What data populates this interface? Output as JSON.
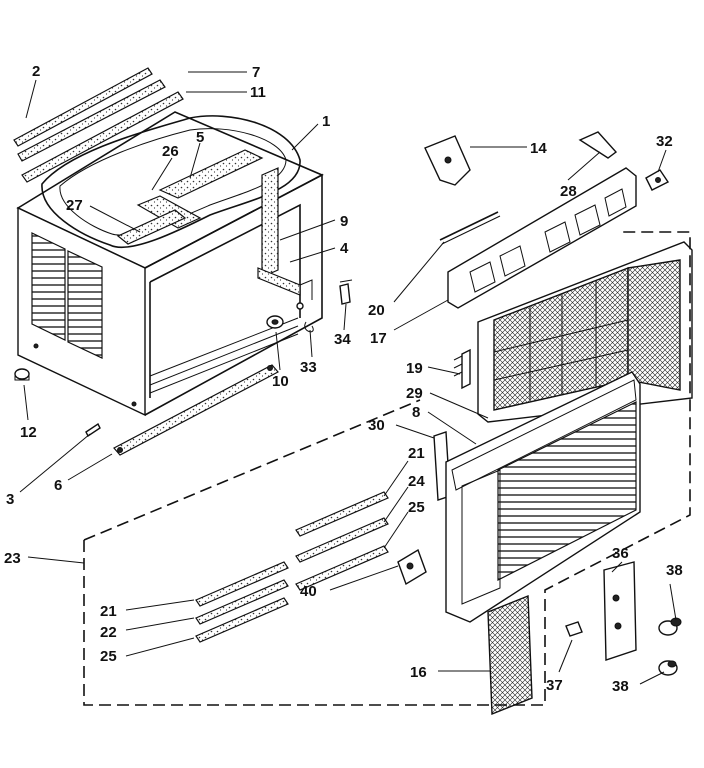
{
  "diagram": {
    "callouts": [
      {
        "id": "c1",
        "label": "1"
      },
      {
        "id": "c2",
        "label": "2"
      },
      {
        "id": "c3",
        "label": "3"
      },
      {
        "id": "c4",
        "label": "4"
      },
      {
        "id": "c5",
        "label": "5"
      },
      {
        "id": "c6",
        "label": "6"
      },
      {
        "id": "c7",
        "label": "7"
      },
      {
        "id": "c8",
        "label": "8"
      },
      {
        "id": "c9",
        "label": "9"
      },
      {
        "id": "c10",
        "label": "10"
      },
      {
        "id": "c11",
        "label": "11"
      },
      {
        "id": "c12",
        "label": "12"
      },
      {
        "id": "c14",
        "label": "14"
      },
      {
        "id": "c16",
        "label": "16"
      },
      {
        "id": "c17",
        "label": "17"
      },
      {
        "id": "c19",
        "label": "19"
      },
      {
        "id": "c20",
        "label": "20"
      },
      {
        "id": "c21a",
        "label": "21"
      },
      {
        "id": "c21b",
        "label": "21"
      },
      {
        "id": "c22",
        "label": "22"
      },
      {
        "id": "c23",
        "label": "23"
      },
      {
        "id": "c24",
        "label": "24"
      },
      {
        "id": "c25a",
        "label": "25"
      },
      {
        "id": "c25b",
        "label": "25"
      },
      {
        "id": "c26",
        "label": "26"
      },
      {
        "id": "c27",
        "label": "27"
      },
      {
        "id": "c28",
        "label": "28"
      },
      {
        "id": "c29",
        "label": "29"
      },
      {
        "id": "c30",
        "label": "30"
      },
      {
        "id": "c32",
        "label": "32"
      },
      {
        "id": "c33",
        "label": "33"
      },
      {
        "id": "c34",
        "label": "34"
      },
      {
        "id": "c36",
        "label": "36"
      },
      {
        "id": "c37",
        "label": "37"
      },
      {
        "id": "c38a",
        "label": "38"
      },
      {
        "id": "c38b",
        "label": "38"
      },
      {
        "id": "c40",
        "label": "40"
      }
    ]
  }
}
